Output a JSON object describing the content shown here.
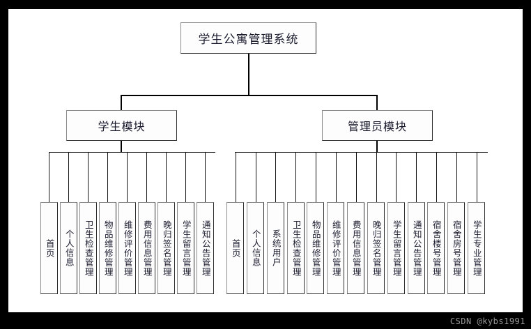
{
  "diagram": {
    "type": "tree",
    "title": "学生公寓管理系统",
    "root": {
      "label": "学生公寓管理系统"
    },
    "modules": [
      {
        "id": "student-module",
        "label": "学生模块",
        "leaves": [
          {
            "label": "首页"
          },
          {
            "label": "个人信息"
          },
          {
            "label": "卫生检查管理"
          },
          {
            "label": "物品维修管理"
          },
          {
            "label": "维修评价管理"
          },
          {
            "label": "费用信息管理"
          },
          {
            "label": "晚归签名管理"
          },
          {
            "label": "学生留言管理"
          },
          {
            "label": "通知公告管理"
          }
        ]
      },
      {
        "id": "admin-module",
        "label": "管理员模块",
        "leaves": [
          {
            "label": "首页"
          },
          {
            "label": "个人信息"
          },
          {
            "label": "系统用户"
          },
          {
            "label": "卫生检查管理"
          },
          {
            "label": "物品维修管理"
          },
          {
            "label": "维修评价管理"
          },
          {
            "label": "费用信息管理"
          },
          {
            "label": "晚归签名管理"
          },
          {
            "label": "学生留言管理"
          },
          {
            "label": "通知公告管理"
          },
          {
            "label": "宿舍楼号管理"
          },
          {
            "label": "宿舍房号管理"
          },
          {
            "label": "学生专业管理"
          }
        ]
      }
    ],
    "colors": {
      "frame": "#000000",
      "canvas": "#ffffff",
      "node_fill": "#fdfdfd",
      "node_border_light": "#8a8a8a",
      "node_border_dark": "#2b2b2b",
      "connector": "#111111",
      "text": "#1b1b2f",
      "watermark": "#9a9a9a"
    }
  },
  "watermark": {
    "text": "CSDN @kybs1991"
  }
}
